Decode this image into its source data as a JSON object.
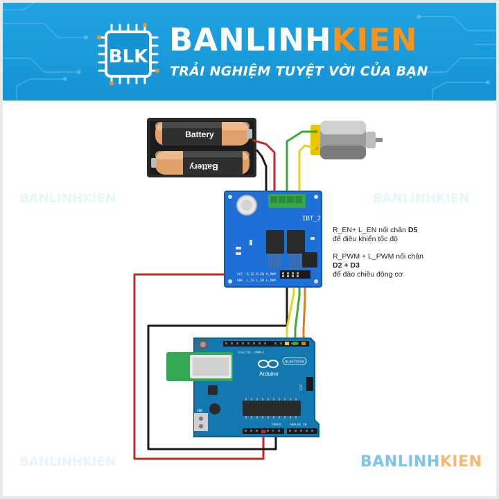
{
  "banner": {
    "logo_text": "BLK",
    "brand_part1": "BANLINH",
    "brand_part2": "KIEN",
    "slogan": "TRẢI NGHIỆM TUYỆT VỜI CỦA BẠN",
    "accent_color": "#1fa3e3",
    "brand_orange": "#f7941d"
  },
  "watermark": {
    "part1": "BANLINH",
    "part2": "KIEN",
    "faint_text": "BANLINHKIEN"
  },
  "battery": {
    "cell_label_top": "Battery",
    "cell_label_bottom": "Battery"
  },
  "driver": {
    "label": "IBT_2",
    "pins": [
      "VCC",
      "R_IS",
      "R_EN",
      "R_PWM",
      "GND",
      "L_IS",
      "L_EN",
      "L_PWM"
    ]
  },
  "arduino": {
    "brand": "Arduino",
    "badge": "BLUETOOTH",
    "digital_label": "DIGITAL (PWM~)",
    "analog_label": "ANALOG IN",
    "power_label": "POWER",
    "icsp_label": "ICSP",
    "gnd_label": "GND"
  },
  "notes": [
    {
      "line1_prefix": "R_EN+ L_EN nối chân ",
      "line1_bold": "D5",
      "line2": "để điều khiển tốc độ"
    },
    {
      "line1_prefix": "R_PWM + L_PWM nối chân",
      "line1_bold": "D2 + D3",
      "line2": "để đảo chiều động cơ"
    }
  ],
  "wire_colors": {
    "red": "#c62828",
    "black": "#1a1a1a",
    "green": "#3aaa35",
    "yellow": "#e8d21d",
    "orange": "#e07b1a"
  }
}
